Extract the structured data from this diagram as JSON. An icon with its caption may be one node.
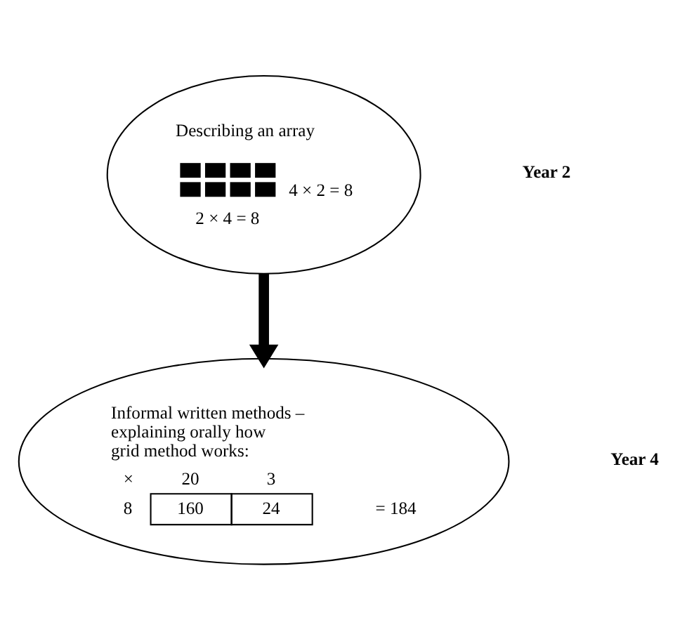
{
  "diagram": {
    "nodes": [
      {
        "text": [
          "Describing an array",
          "4 × 2 = 8",
          "2 × 4 = 8"
        ]
      },
      {
        "text": [
          "Informal written methods – explaining orally how grid method works:",
          "×",
          "20",
          "3",
          "8",
          "160",
          "24",
          "= 184"
        ]
      }
    ],
    "edges": [
      {
        "from": 0,
        "to": 1,
        "arrow": "to"
      }
    ],
    "labels": [
      "Year 2",
      "Year 4"
    ]
  }
}
